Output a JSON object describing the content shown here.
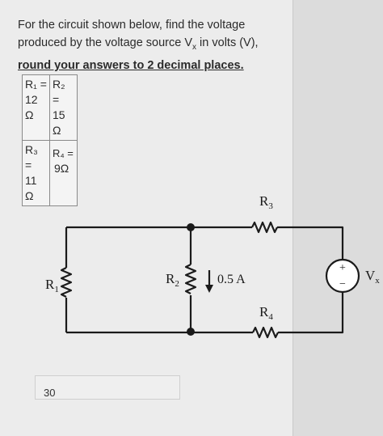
{
  "question": {
    "prefix": "For the circuit shown below, find the voltage produced by the voltage source V",
    "sub": "x",
    "middle": " in volts (V), ",
    "emphasis": "round your answers to 2 decimal places."
  },
  "resistor_table": {
    "r1": {
      "label": "R₁ =",
      "value": "12",
      "unit": "Ω"
    },
    "r2": {
      "label": "R₂ =",
      "value": "15",
      "unit": "Ω"
    },
    "r3": {
      "label": "R₃ =",
      "value": "11",
      "unit": "Ω"
    },
    "r4": {
      "label": "R₄ =",
      "value": "9Ω"
    }
  },
  "circuit": {
    "r1_label": "R",
    "r1_sub": "1",
    "r2_label": "R",
    "r2_sub": "2",
    "r3_label": "R",
    "r3_sub": "3",
    "r4_label": "R",
    "r4_sub": "4",
    "current_label": "0.5 A",
    "source_label": "V",
    "source_sub": "x",
    "plus": "+",
    "minus": "−"
  },
  "answer": {
    "value": "30"
  }
}
